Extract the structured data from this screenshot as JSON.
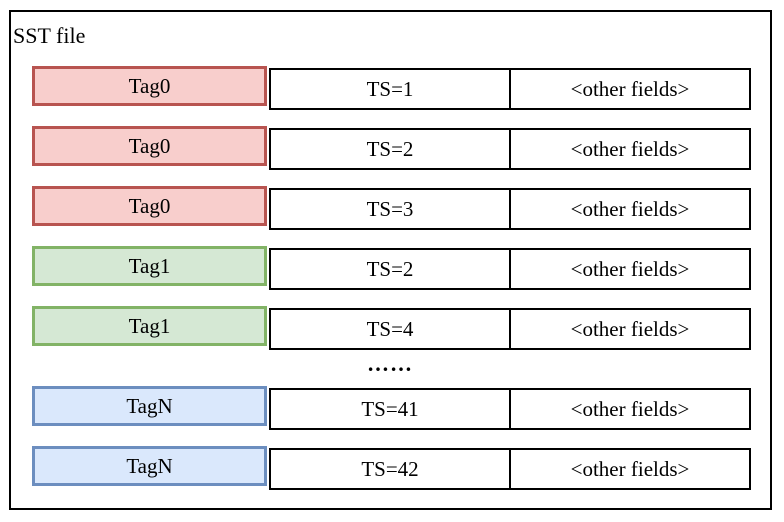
{
  "diagram": {
    "title": "SST file",
    "ellipsis_text": "……",
    "ellipsis_after_row": 5
  },
  "colors": {
    "background": "#ffffff",
    "box_border": "#000000",
    "red_fill": "#f8cecc",
    "red_border": "#b85450",
    "green_fill": "#d5e8d4",
    "green_border": "#82b366",
    "blue_fill": "#dae8fc",
    "blue_border": "#6c8ebf"
  },
  "rows": [
    {
      "tag": "Tag0",
      "ts": "TS=1",
      "other": "<other fields>",
      "color": "red"
    },
    {
      "tag": "Tag0",
      "ts": "TS=2",
      "other": "<other fields>",
      "color": "red"
    },
    {
      "tag": "Tag0",
      "ts": "TS=3",
      "other": "<other fields>",
      "color": "red"
    },
    {
      "tag": "Tag1",
      "ts": "TS=2",
      "other": "<other fields>",
      "color": "green"
    },
    {
      "tag": "Tag1",
      "ts": "TS=4",
      "other": "<other fields>",
      "color": "green"
    },
    {
      "tag": "TagN",
      "ts": "TS=41",
      "other": "<other fields>",
      "color": "blue"
    },
    {
      "tag": "TagN",
      "ts": "TS=42",
      "other": "<other fields>",
      "color": "blue"
    }
  ]
}
